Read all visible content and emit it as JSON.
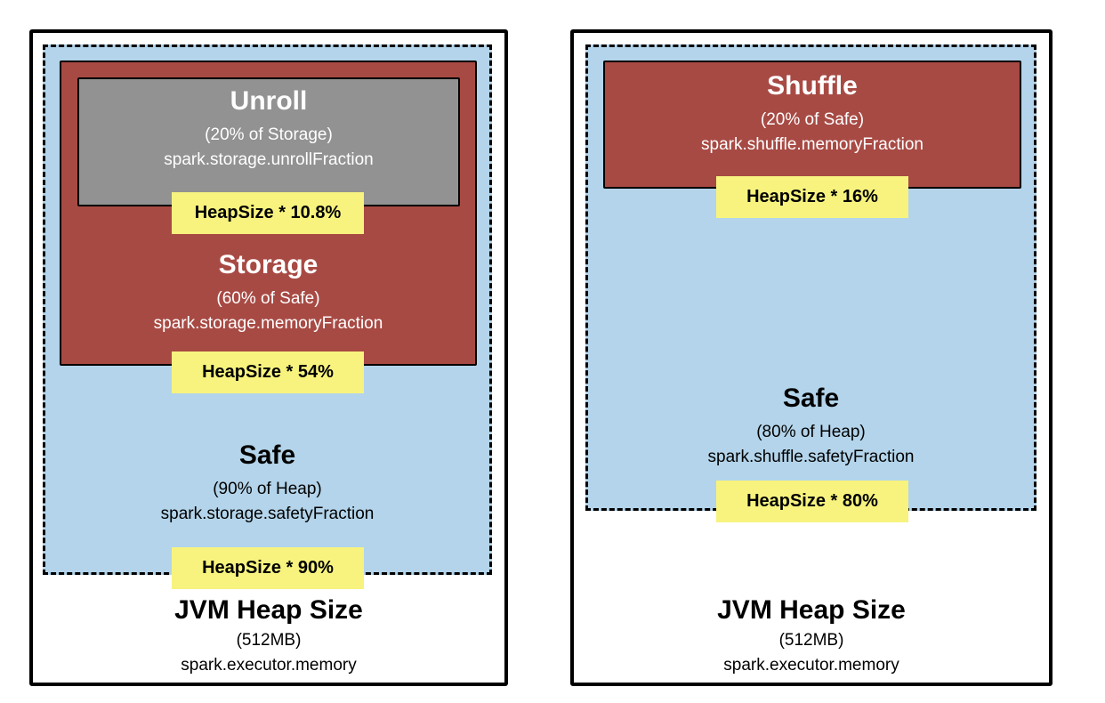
{
  "colors": {
    "panel_bg": "#ffffff",
    "safe_fill": "#B3D4EA",
    "fraction_fill": "#A84A44",
    "unroll_fill": "#929292",
    "label_bg": "#F7F37E",
    "border": "#000000"
  },
  "left_panel": {
    "unroll": {
      "title": "Unroll",
      "subtitle": "(20% of Storage)",
      "property": "spark.storage.unrollFraction"
    },
    "unroll_label": "HeapSize * 10.8%",
    "storage": {
      "title": "Storage",
      "subtitle": "(60% of Safe)",
      "property": "spark.storage.memoryFraction"
    },
    "storage_label": "HeapSize * 54%",
    "safe": {
      "title": "Safe",
      "subtitle": "(90% of Heap)",
      "property": "spark.storage.safetyFraction"
    },
    "safe_label": "HeapSize * 90%",
    "heap": {
      "title": "JVM Heap Size",
      "subtitle": "(512MB)",
      "property": "spark.executor.memory"
    }
  },
  "right_panel": {
    "shuffle": {
      "title": "Shuffle",
      "subtitle": "(20% of Safe)",
      "property": "spark.shuffle.memoryFraction"
    },
    "shuffle_label": "HeapSize * 16%",
    "safe": {
      "title": "Safe",
      "subtitle": "(80% of Heap)",
      "property": "spark.shuffle.safetyFraction"
    },
    "safe_label": "HeapSize * 80%",
    "heap": {
      "title": "JVM Heap Size",
      "subtitle": "(512MB)",
      "property": "spark.executor.memory"
    }
  }
}
